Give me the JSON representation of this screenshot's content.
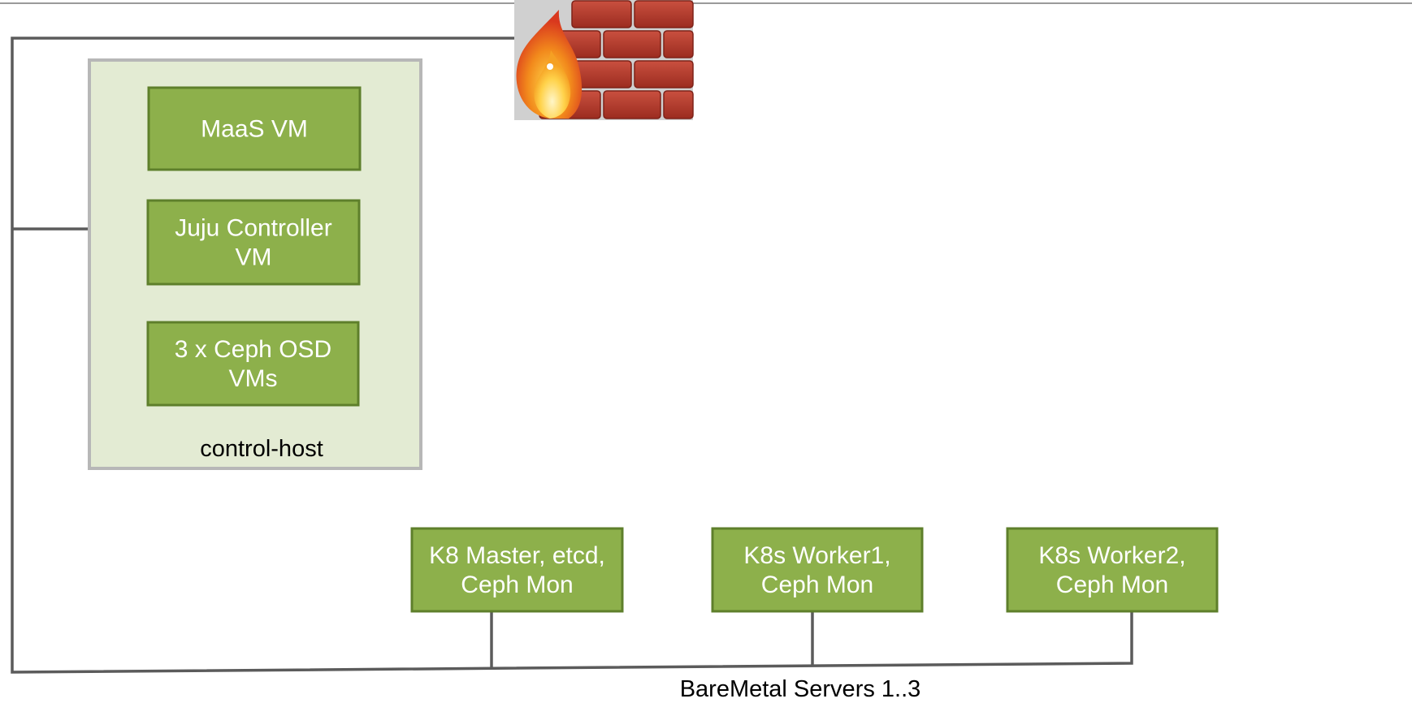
{
  "control_host": {
    "label": "control-host",
    "vms": [
      {
        "lines": [
          "MaaS VM"
        ]
      },
      {
        "lines": [
          "Juju Controller",
          "VM"
        ]
      },
      {
        "lines": [
          "3 x Ceph OSD",
          "VMs"
        ]
      }
    ]
  },
  "servers": {
    "label": "BareMetal Servers 1..3",
    "nodes": [
      {
        "lines": [
          "K8 Master, etcd,",
          "Ceph Mon"
        ]
      },
      {
        "lines": [
          "K8s Worker1,",
          "Ceph Mon"
        ]
      },
      {
        "lines": [
          "K8s Worker2,",
          "Ceph Mon"
        ]
      }
    ]
  },
  "firewall": {
    "icon": "firewall-icon"
  },
  "colors": {
    "node_fill": "#8db04b",
    "node_border": "#5e7f2b",
    "group_fill": "#e3ebd3",
    "brick": "#b33a2c",
    "wire": "#5b5b5b"
  }
}
